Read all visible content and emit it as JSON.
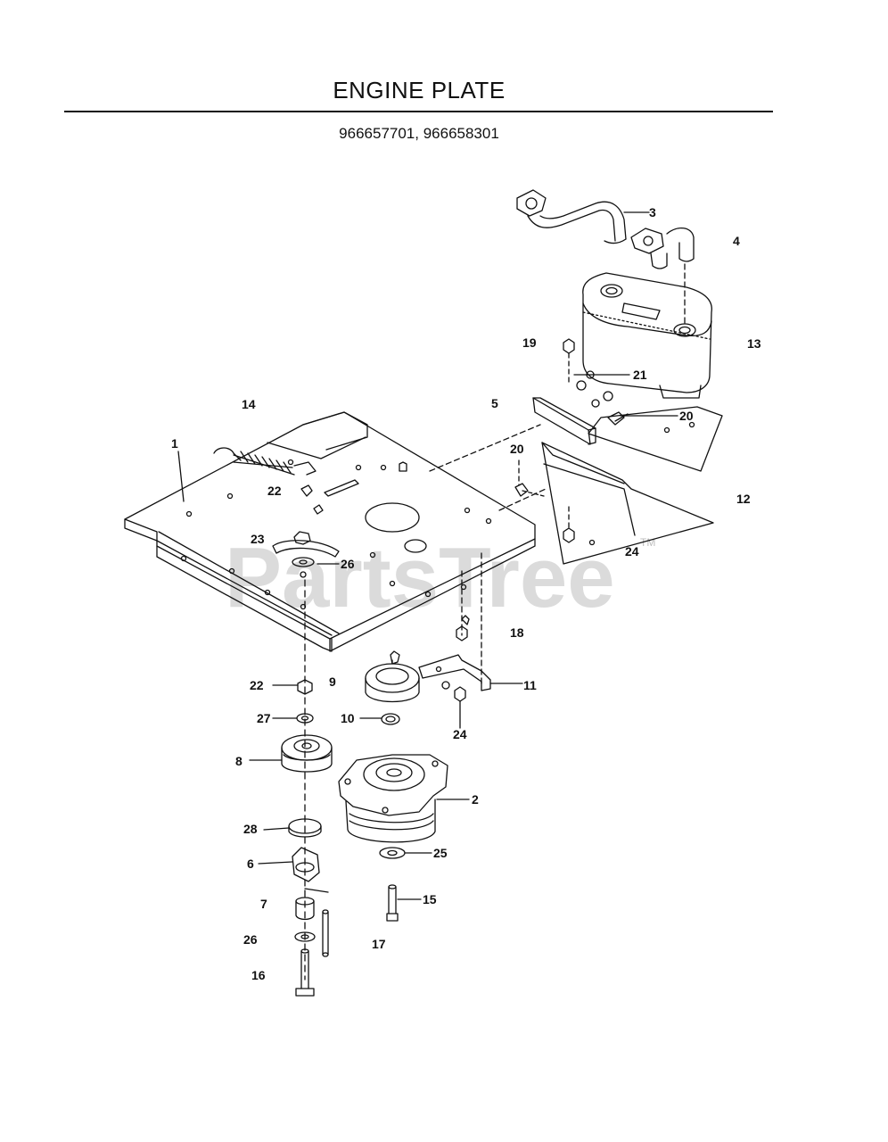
{
  "header": {
    "title": "ENGINE PLATE",
    "models": "966657701, 966658301"
  },
  "watermark": {
    "text": "PartsTree",
    "mark": "TM"
  },
  "callouts": {
    "c1": "1",
    "c2": "2",
    "c3": "3",
    "c4": "4",
    "c5": "5",
    "c6": "6",
    "c7": "7",
    "c8": "8",
    "c9": "9",
    "c10": "10",
    "c11": "11",
    "c12": "12",
    "c13": "13",
    "c14": "14",
    "c15": "15",
    "c16": "16",
    "c17": "17",
    "c18": "18",
    "c19": "19",
    "c20a": "20",
    "c20b": "20",
    "c21": "21",
    "c22a": "22",
    "c22b": "22",
    "c23": "23",
    "c24a": "24",
    "c24b": "24",
    "c25": "25",
    "c26a": "26",
    "c26b": "26",
    "c27": "27",
    "c28": "28"
  },
  "colors": {
    "ink": "#111111",
    "watermark": "#cfcfcf"
  }
}
